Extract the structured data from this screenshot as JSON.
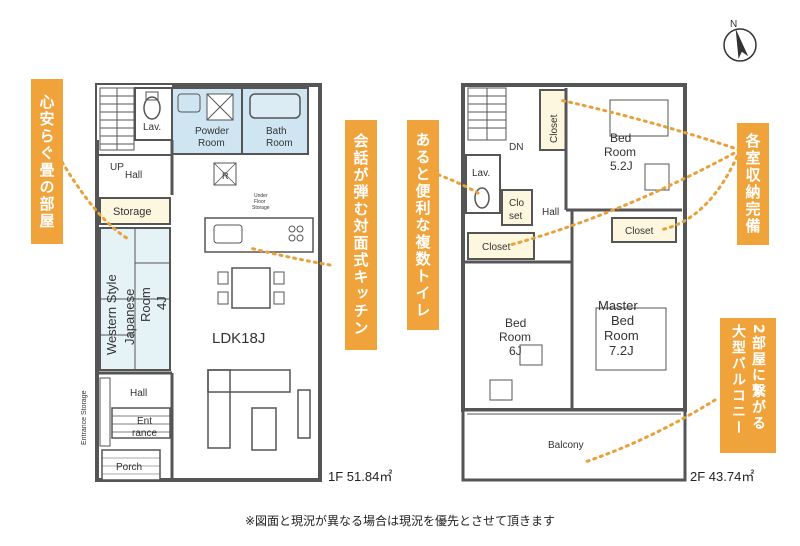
{
  "compass_label": "N",
  "floor1": {
    "rooms": {
      "lav": "Lav.",
      "powder_room": [
        "Powder",
        "Room"
      ],
      "bath_room": [
        "Bath",
        "Room"
      ],
      "up": "UP",
      "hall": "Hall",
      "refrigerator": "R",
      "under_floor_storage": [
        "Under",
        "Floor",
        "Storage"
      ],
      "storage": "Storage",
      "western_japanese_room": [
        "Western Style",
        "Japanese",
        "Room",
        "4J"
      ],
      "ldk": "LDK18J",
      "hall2": "Hall",
      "entrance": [
        "Ent",
        "rance"
      ],
      "porch": "Porch",
      "entrance_storage": "Entrance Storage"
    },
    "area": "1F 51.84㎡"
  },
  "floor2": {
    "rooms": {
      "closet1": "Closet",
      "dn": "DN",
      "bedroom1": [
        "Bed",
        "Room",
        "5.2J"
      ],
      "lav": "Lav.",
      "closet2": [
        "Clo",
        "set"
      ],
      "hall": "Hall",
      "closet3": "Closet",
      "closet4": "Closet",
      "bedroom2": [
        "Bed",
        "Room",
        "6J"
      ],
      "master_bedroom": [
        "Master",
        "Bed",
        "Room",
        "7.2J"
      ],
      "balcony": "Balcony"
    },
    "area": "2F 43.74㎡"
  },
  "callouts": {
    "relaxing_tatami": "心安らぐ畳の部屋",
    "kitchen": "会話が弾む対面式キッチン",
    "toilets": "あると便利な複数トイレ",
    "storage": "各室収納完備",
    "balcony": "2部屋に繋がる大型バルコニー"
  },
  "note": "※図面と現況が異なる場合は現況を優先とさせて頂きます",
  "colors": {
    "wall": "#555555",
    "callout": "#f0a33a",
    "wet_area": "#cfe6f2",
    "tatami": "#e6f3f6",
    "storage": "#fdf7df"
  }
}
